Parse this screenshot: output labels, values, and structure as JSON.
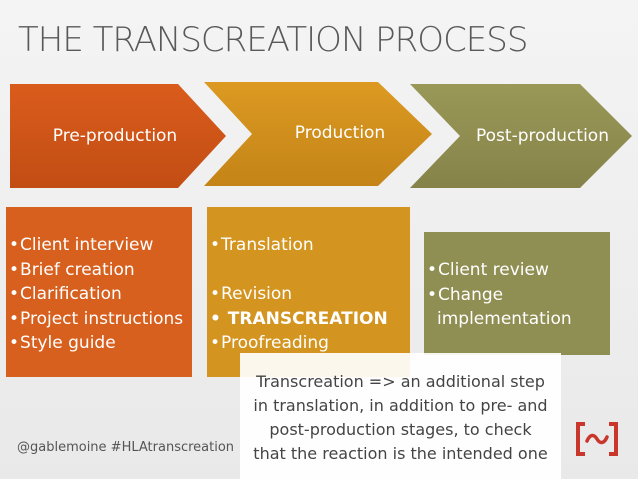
{
  "title": "THE TRANSCREATION PROCESS",
  "stages": [
    {
      "label": "Pre-production",
      "color": "#d1561a"
    },
    {
      "label": "Production",
      "color": "#cf8e1c"
    },
    {
      "label": "Post-production",
      "color": "#8f8d4f"
    }
  ],
  "boxes": {
    "pre": {
      "items": [
        "Client interview",
        "Brief creation",
        "Clarification",
        "Project instructions",
        "Style guide"
      ]
    },
    "production": {
      "item1": "Translation",
      "item2": "Revision",
      "item3": "TRANSCREATION",
      "item4": "Proofreading"
    },
    "post": {
      "items": [
        "Client review",
        "Change",
        "implementation"
      ]
    }
  },
  "bullet": "•",
  "note": {
    "line1": "Transcreation => an additional step",
    "line2": "in translation, in addition to pre- and",
    "line3": "post-production stages, to check",
    "line4": "that the reaction is the intended one"
  },
  "footer": "@gablemoine #HLAtranscreation",
  "logo_icon": "bracket-tilde-logo"
}
